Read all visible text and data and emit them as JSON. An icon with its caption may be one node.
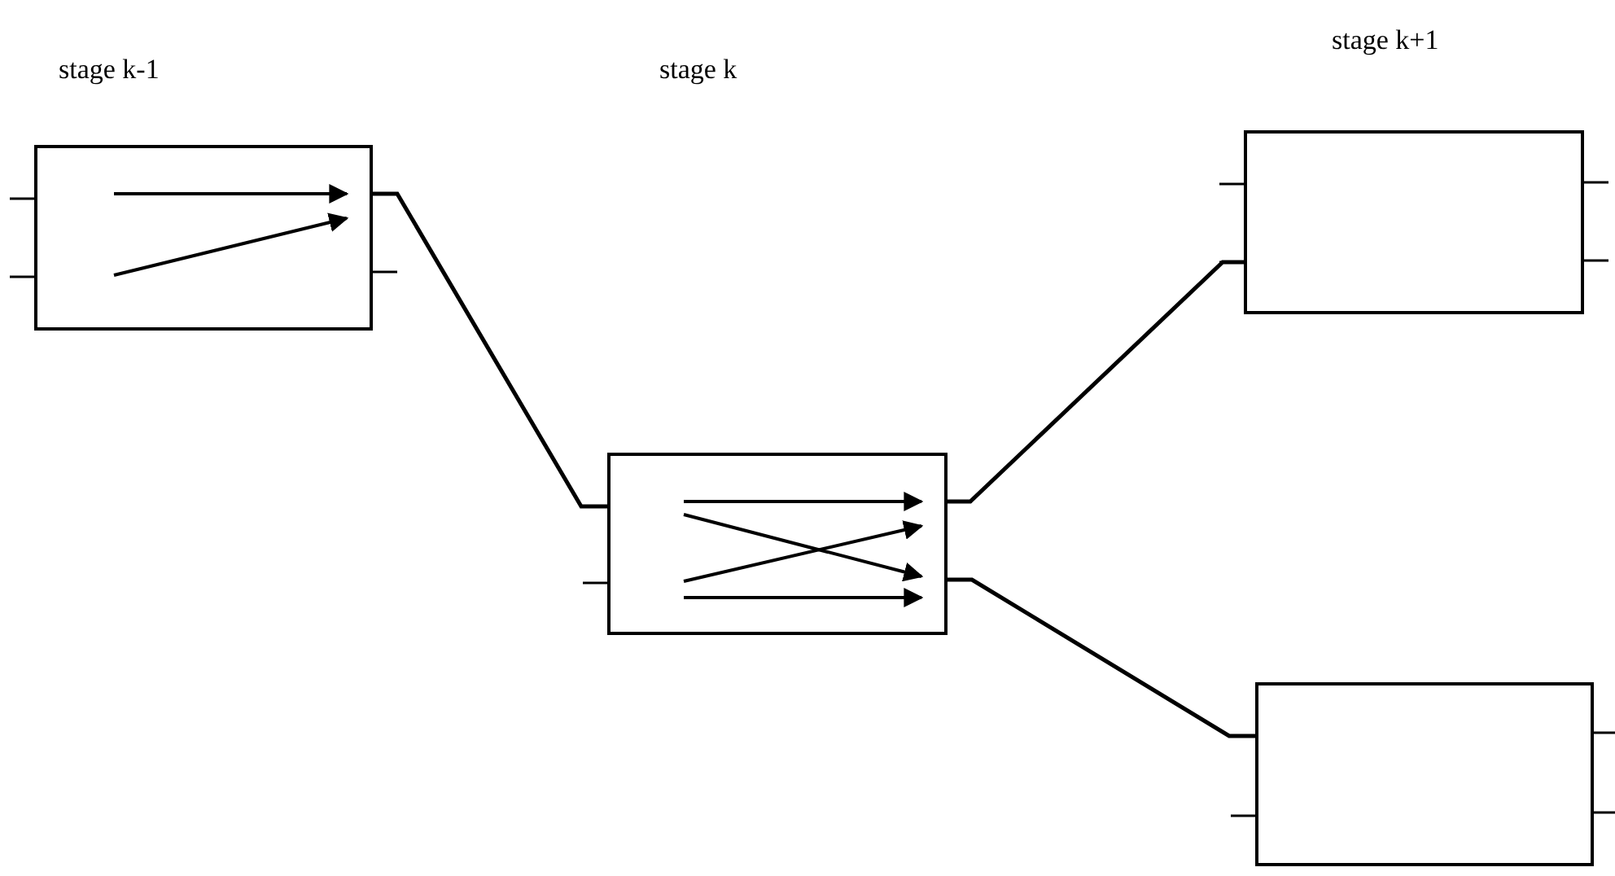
{
  "diagram": {
    "nodes": [
      {
        "text": [],
        "shape": "box"
      },
      {
        "text": [],
        "shape": "box"
      },
      {
        "text": [],
        "shape": "box"
      },
      {
        "text": [],
        "shape": "box"
      }
    ],
    "edges": [
      {
        "from": 0,
        "to": 1,
        "arrow": "none"
      },
      {
        "from": 1,
        "to": 2,
        "arrow": "none"
      },
      {
        "from": 1,
        "to": 3,
        "arrow": "none"
      }
    ],
    "labels": [
      "stage k-1",
      "stage k",
      "stage k+1"
    ]
  }
}
